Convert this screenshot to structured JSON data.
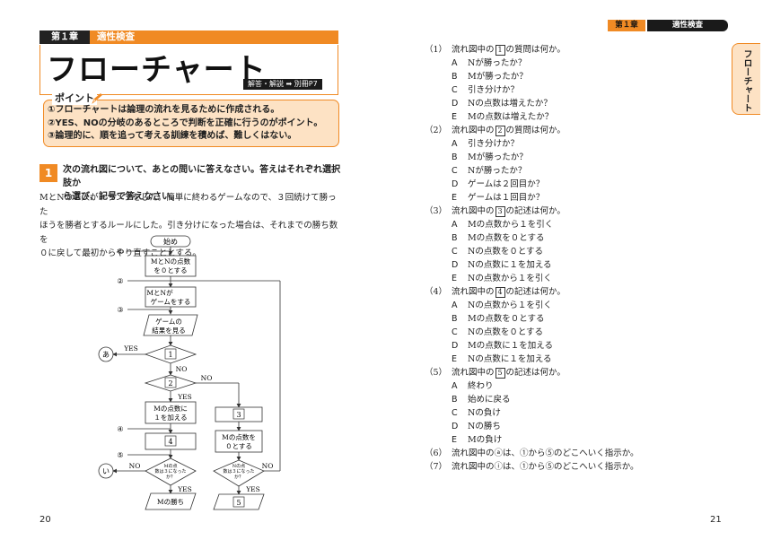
{
  "left_page": {
    "chapter_tag": "第１章",
    "chapter_name": "適性検査",
    "title": "フローチャート",
    "answer_ref": "解答・解説 ➡ 別冊P7",
    "point_label": "ポイント",
    "points": [
      "①フローチャートは論理の流れを見るために作成される。",
      "②YES、NOの分岐のあるところで判断を正確に行うのがポイント。",
      "③論理的に、順を追って考える訓練を積めば、難しくはない。"
    ],
    "question_number": "1",
    "question_lines": [
      "次の流れ図について、あとの問いに答えなさい。答えはそれぞれ選択肢か",
      "ら選び、記号で答えなさい。"
    ],
    "body_lines": [
      "MとNの２人がトランプをした。簡単に終わるゲームなので、３回続けて勝った",
      "ほうを勝者とするルールにした。引き分けになった場合は、それまでの勝ち数を",
      "０に戻して最初からやり直すこととする。"
    ],
    "flowchart": {
      "start": "始め",
      "init_line1": "MとNの点数",
      "init_line2": "を０とする",
      "game_line1": "MとNが",
      "game_line2": "ゲームをする",
      "check_line1": "ゲームの",
      "check_line2": "結果を見る",
      "box1": "1",
      "box2": "2",
      "box3": "3",
      "box4": "4",
      "box5": "5",
      "m_add_line1": "Mの点数に",
      "m_add_line2": "１を加える",
      "n_reset_line1": "Mの点数を",
      "n_reset_line2": "０とする",
      "m_cond_line1": "Mの点",
      "m_cond_line2": "数は３になった",
      "m_cond_line3": "か？",
      "n_cond_line1": "Nの点",
      "n_cond_line2": "数は３になった",
      "n_cond_line3": "か？",
      "m_win": "Mの勝ち",
      "yes": "YES",
      "no": "NO",
      "conn_a": "あ",
      "conn_i": "い",
      "markers": [
        "①",
        "②",
        "③",
        "④",
        "⑤"
      ]
    },
    "page_number": "20"
  },
  "right_page": {
    "header_tag": "第１章",
    "header_name": "適性検査",
    "side_tab": "フローチャート",
    "questions": [
      {
        "num": "（1）",
        "pre": "流れ図中の",
        "box": "1",
        "post": "の質問は何か。",
        "options": [
          [
            "A",
            "Nが勝ったか？"
          ],
          [
            "B",
            "Mが勝ったか？"
          ],
          [
            "C",
            "引き分けか？"
          ],
          [
            "D",
            "Nの点数は増えたか？"
          ],
          [
            "E",
            "Mの点数は増えたか？"
          ]
        ]
      },
      {
        "num": "（2）",
        "pre": "流れ図中の",
        "box": "2",
        "post": "の質問は何か。",
        "options": [
          [
            "A",
            "引き分けか？"
          ],
          [
            "B",
            "Mが勝ったか？"
          ],
          [
            "C",
            "Nが勝ったか？"
          ],
          [
            "D",
            "ゲームは２回目か？"
          ],
          [
            "E",
            "ゲームは１回目か？"
          ]
        ]
      },
      {
        "num": "（3）",
        "pre": "流れ図中の",
        "box": "3",
        "post": "の記述は何か。",
        "options": [
          [
            "A",
            "Mの点数から１を引く"
          ],
          [
            "B",
            "Mの点数を０とする"
          ],
          [
            "C",
            "Nの点数を０とする"
          ],
          [
            "D",
            "Nの点数に１を加える"
          ],
          [
            "E",
            "Nの点数から１を引く"
          ]
        ]
      },
      {
        "num": "（4）",
        "pre": "流れ図中の",
        "box": "4",
        "post": "の記述は何か。",
        "options": [
          [
            "A",
            "Nの点数から１を引く"
          ],
          [
            "B",
            "Mの点数を０とする"
          ],
          [
            "C",
            "Nの点数を０とする"
          ],
          [
            "D",
            "Mの点数に１を加える"
          ],
          [
            "E",
            "Nの点数に１を加える"
          ]
        ]
      },
      {
        "num": "（5）",
        "pre": "流れ図中の",
        "box": "5",
        "post": "の記述は何か。",
        "options": [
          [
            "A",
            "終わり"
          ],
          [
            "B",
            "始めに戻る"
          ],
          [
            "C",
            "Nの負け"
          ],
          [
            "D",
            "Nの勝ち"
          ],
          [
            "E",
            "Mの負け"
          ]
        ]
      }
    ],
    "q6": {
      "num": "（6）",
      "text": "流れ図中のⓐは、①から⑤のどこへいく指示か。"
    },
    "q7": {
      "num": "（7）",
      "text": "流れ図中のⓘは、①から⑤のどこへいく指示か。"
    },
    "page_number": "21"
  },
  "colors": {
    "accent": "#f08a24",
    "point_bg": "#fde2c4",
    "dark": "#1a1a1a"
  }
}
